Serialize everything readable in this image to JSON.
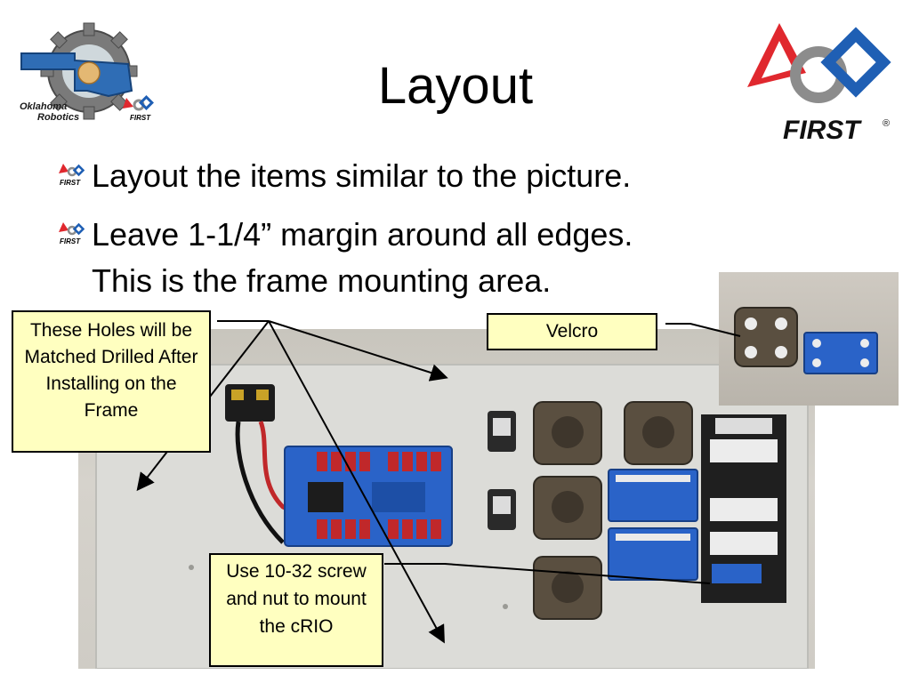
{
  "slide": {
    "title": "Layout",
    "bullets": [
      {
        "lines": [
          "Layout the items similar to the picture."
        ]
      },
      {
        "lines": [
          "Leave 1-1/4” margin around all edges.",
          "This is the frame mounting area."
        ]
      }
    ]
  },
  "logos": {
    "left_text_line1": "Oklahoma",
    "left_text_line2": "Robotics",
    "left_badge_text": "FIRST",
    "right_text": "FIRST",
    "right_registered": "®",
    "bullet_icon_text": "FIRST"
  },
  "callouts": {
    "holes": "These Holes will be Matched Drilled After Installing on the Frame",
    "velcro": "Velcro",
    "screw": "Use 10-32 screw and nut to mount the cRIO"
  },
  "colors": {
    "callout_fill": "#ffffc0",
    "first_red": "#e0282e",
    "first_blue": "#1f5fb4",
    "first_gray": "#8c8c8c",
    "board_blue": "#2a63c8",
    "breaker_red": "#c0282a"
  }
}
